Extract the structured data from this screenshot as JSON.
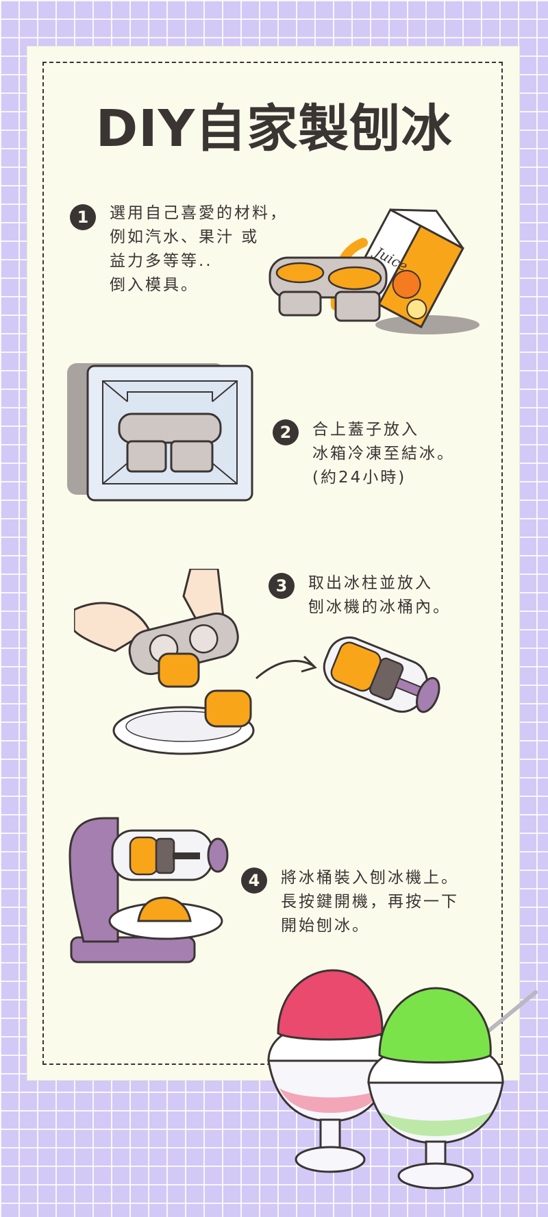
{
  "title": "DIY自家製刨冰",
  "steps": [
    {
      "number": "1",
      "text": "選用自己喜愛的材料，\n例如汽水、果汁 或\n益力多等等..\n倒入模具。"
    },
    {
      "number": "2",
      "text": "合上蓋子放入\n冰箱冷凍至結冰。\n(約24小時)"
    },
    {
      "number": "3",
      "text": "取出冰柱並放入\n刨冰機的冰桶內。"
    },
    {
      "number": "4",
      "text": "將冰桶裝入刨冰機上。\n長按鍵開機，再按一下\n開始刨冰。"
    }
  ],
  "illustration_text": {
    "juice_label": "Juice"
  },
  "colors": {
    "background": "#d2c9f6",
    "card": "#fbfbec",
    "ink": "#3a3433",
    "orange": "#f9a51a",
    "mold": "#cfc7c3",
    "purple": "#a57fb0",
    "pink": "#e94a6d",
    "green": "#7be34a"
  }
}
